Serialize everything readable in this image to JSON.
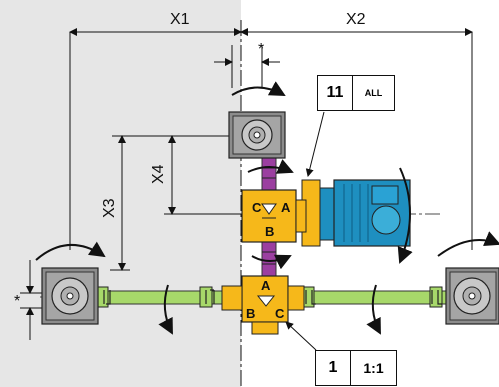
{
  "dimensions": {
    "x1": "X1",
    "x2": "X2",
    "x3": "X3",
    "x4": "X4",
    "asterisk_top": "*",
    "asterisk_left": "*"
  },
  "labels": {
    "ratio_box_top": {
      "number": "11",
      "text": "ALL"
    },
    "ratio_box_bottom": {
      "number": "1",
      "text": "1:1"
    }
  },
  "gearbox_ports": {
    "upper": {
      "a": "A",
      "b": "B",
      "c": "C"
    },
    "lower": {
      "a": "A",
      "b": "B",
      "c": "C"
    }
  },
  "colors": {
    "gearbox": "#f6b81a",
    "shaft_green": "#a7d86a",
    "coupling_purple": "#9b3fa0",
    "motor_blue": "#1e8fc0",
    "unit_grey": "#8c8c8c",
    "panel_grey": "#e6e6e6"
  }
}
